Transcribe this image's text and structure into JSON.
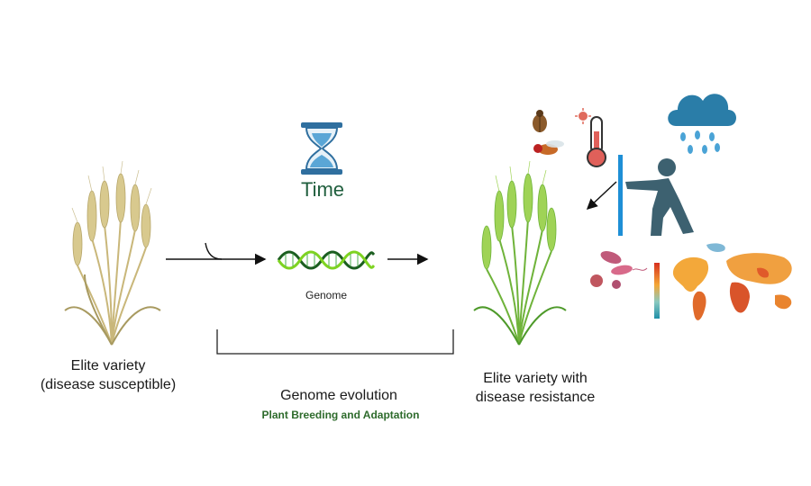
{
  "left_plant": {
    "label": "Elite variety\n(disease susceptible)"
  },
  "time": {
    "label": "Time"
  },
  "genome": {
    "label": "Genome"
  },
  "evolution": {
    "title": "Genome evolution",
    "subtitle": "Plant  Breeding and Adaptation"
  },
  "right_plant": {
    "label": "Elite variety with\ndisease resistance"
  },
  "colors": {
    "wheat_tan": "#c9b77a",
    "wheat_green": "#8cc63f",
    "dna_dark": "#1b5e20",
    "dna_light": "#7ed321",
    "hourglass": "#2f6f9f",
    "cloud": "#2a7da8",
    "person": "#3d6170",
    "wall": "#1e8fd6",
    "thermometer": "#d9534f"
  },
  "icons": [
    "hourglass-icon",
    "dna-icon",
    "wheat-icon",
    "beetle-icon",
    "fly-icon",
    "virus-icon",
    "thermometer-icon",
    "rain-cloud-icon",
    "person-pushing-icon",
    "pathogen-icon",
    "world-map-icon"
  ]
}
